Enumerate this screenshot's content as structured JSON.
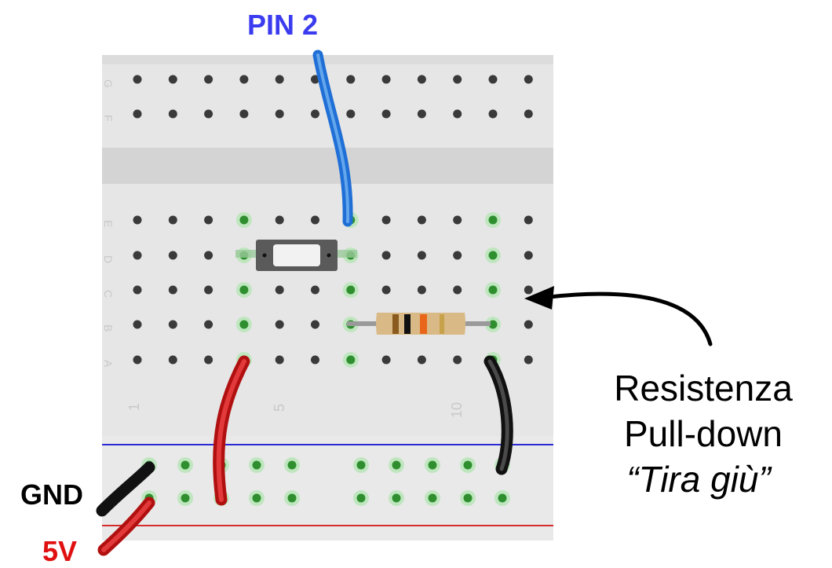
{
  "labels": {
    "pin": "PIN 2",
    "gnd": "GND",
    "vcc": "5V",
    "annotation_line1": "Resistenza",
    "annotation_line2": "Pull-down",
    "annotation_line3": "“Tira giù”"
  },
  "breadboard": {
    "row_letters_top": [
      "G",
      "F"
    ],
    "row_letters_bottom": [
      "E",
      "D",
      "C",
      "B",
      "A"
    ],
    "column_numbers": [
      "1",
      "5",
      "10"
    ]
  },
  "colors": {
    "pin_label": "#3b3bef",
    "vcc_label": "#e01010",
    "gnd_label": "#000000",
    "board": "#e6e6e6",
    "signal_wire": "#1f6fd6",
    "power_wire": "#d11616",
    "ground_wire": "#1a1a1a",
    "rail_blue": "#2b2bd6",
    "rail_red": "#d62b2b",
    "connected_hole": "#3aa23a"
  },
  "icons": [
    "push-button-icon",
    "resistor-icon",
    "arrow-icon"
  ]
}
